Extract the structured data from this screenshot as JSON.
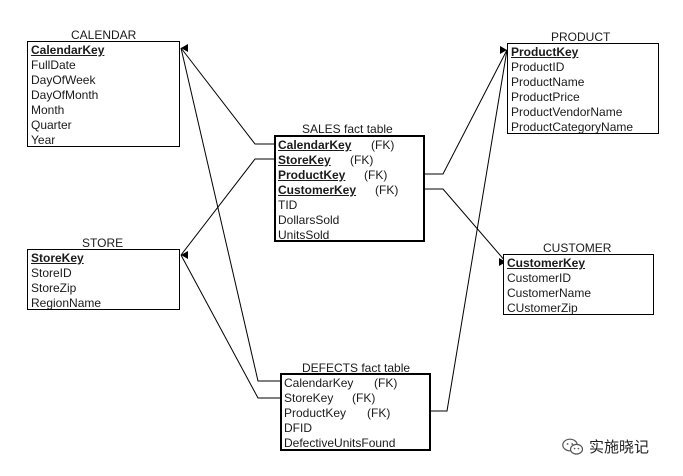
{
  "calendar": {
    "title": "CALENDAR",
    "pk": "CalendarKey",
    "fields": [
      "FullDate",
      "DayOfWeek",
      "DayOfMonth",
      "Month",
      "Quarter",
      "Year"
    ]
  },
  "product": {
    "title": "PRODUCT",
    "pk": "ProductKey",
    "fields": [
      "ProductID",
      "ProductName",
      "ProductPrice",
      "ProductVendorName",
      "ProductCategoryName"
    ]
  },
  "sales": {
    "title": "SALES fact table",
    "keys": [
      {
        "name": "CalendarKey",
        "tag": "(FK)"
      },
      {
        "name": "StoreKey",
        "tag": "(FK)"
      },
      {
        "name": "ProductKey",
        "tag": "(FK)"
      },
      {
        "name": "CustomerKey",
        "tag": "(FK)"
      }
    ],
    "fields": [
      "TID",
      "DollarsSold",
      "UnitsSold"
    ]
  },
  "store": {
    "title": "STORE",
    "pk": "StoreKey",
    "fields": [
      "StoreID",
      "StoreZip",
      "RegionName"
    ]
  },
  "customer": {
    "title": "CUSTOMER",
    "pk": "CustomerKey",
    "fields": [
      "CustomerID",
      "CustomerName",
      "CUstomerZip"
    ]
  },
  "defects": {
    "title": "DEFECTS fact table",
    "keys": [
      {
        "name": "CalendarKey",
        "tag": "(FK)"
      },
      {
        "name": "StoreKey",
        "tag": "(FK)"
      },
      {
        "name": "ProductKey",
        "tag": "(FK)"
      }
    ],
    "fields": [
      "DFID",
      "DefectiveUnitsFound"
    ]
  },
  "watermark": {
    "text": "实施晓记",
    "icon": "wechat-icon"
  }
}
